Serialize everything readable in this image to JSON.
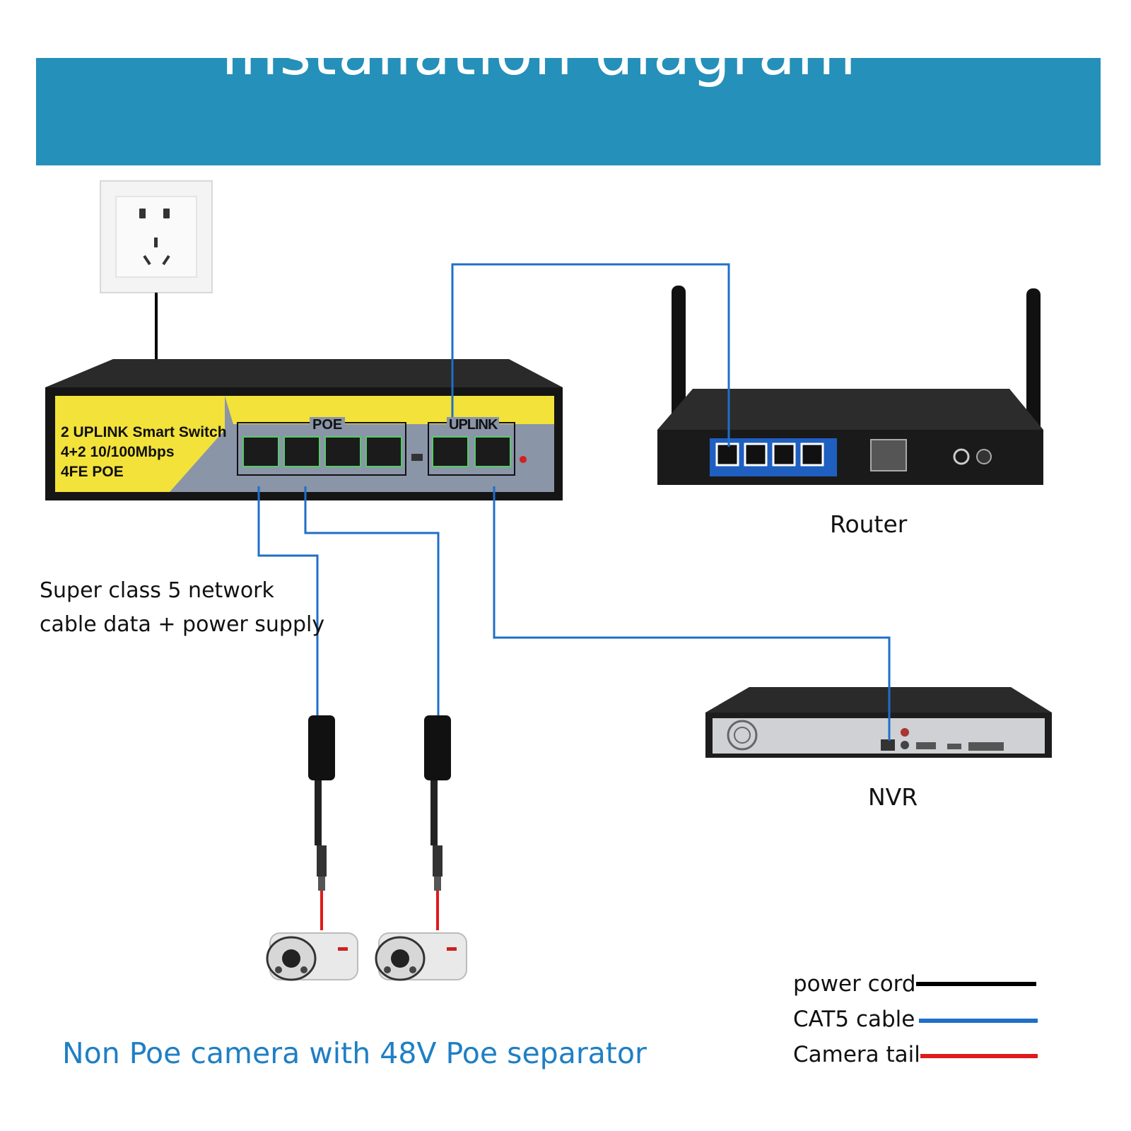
{
  "header": {
    "title": "installation diagram"
  },
  "switch": {
    "line1": "2 UPLINK Smart Switch",
    "line2": "4+2 10/100Mbps",
    "line3": "4FE POE",
    "poe_group": "POE",
    "uplink_group": "UPLINK"
  },
  "devices": {
    "router_label": "Router",
    "nvr_label": "NVR"
  },
  "notes": {
    "cable_line1": "Super class 5 network",
    "cable_line2": "cable data + power supply",
    "camera_caption": "Non Poe camera with 48V Poe separator"
  },
  "legend": [
    {
      "label": "power cord",
      "color": "#000000"
    },
    {
      "label": "CAT5 cable",
      "color": "#1f6fc8"
    },
    {
      "label": "Camera tail",
      "color": "#e01a1a"
    }
  ],
  "colors": {
    "banner": "#2590b9",
    "cat5": "#1f6fc8",
    "power": "#000000",
    "tail": "#e01a1a",
    "switch_face": "#f3e23a"
  }
}
